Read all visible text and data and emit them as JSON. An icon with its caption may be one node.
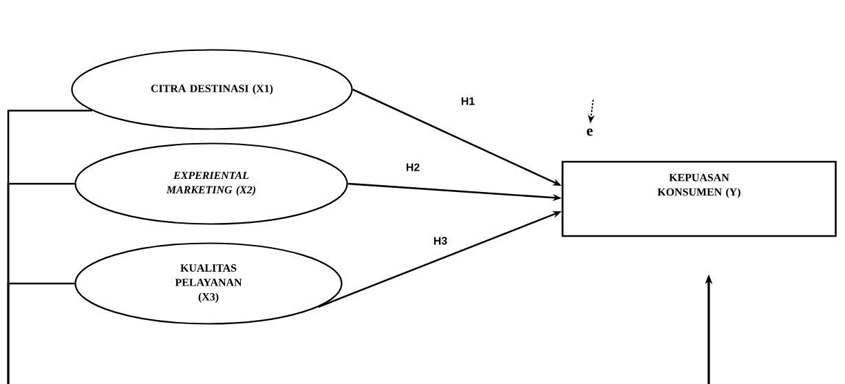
{
  "diagram": {
    "nodes": [
      {
        "text": [
          "CITRA DESTINASI (X1)"
        ]
      },
      {
        "text": [
          "EXPERIENTAL MARKETING (X2)"
        ]
      },
      {
        "text": [
          "KUALITAS PELAYANAN (X3)"
        ]
      },
      {
        "text": [
          "KEPUASAN KONSUMEN (Y)"
        ]
      },
      {
        "text": [
          "e"
        ]
      }
    ],
    "edges": [
      {
        "from": 0,
        "to": 3,
        "arrow": "to",
        "label": "H1"
      },
      {
        "from": 1,
        "to": 3,
        "arrow": "to",
        "label": "H2"
      },
      {
        "from": 2,
        "to": 3,
        "arrow": "to",
        "label": "H3"
      },
      {
        "from": 0,
        "to": 3,
        "arrow": "to"
      },
      {
        "from": 1,
        "to": 3,
        "arrow": "to"
      },
      {
        "from": 2,
        "to": 3,
        "arrow": "to"
      },
      {
        "from": null,
        "to": 4,
        "arrow": "to",
        "style": "dashed"
      }
    ]
  }
}
